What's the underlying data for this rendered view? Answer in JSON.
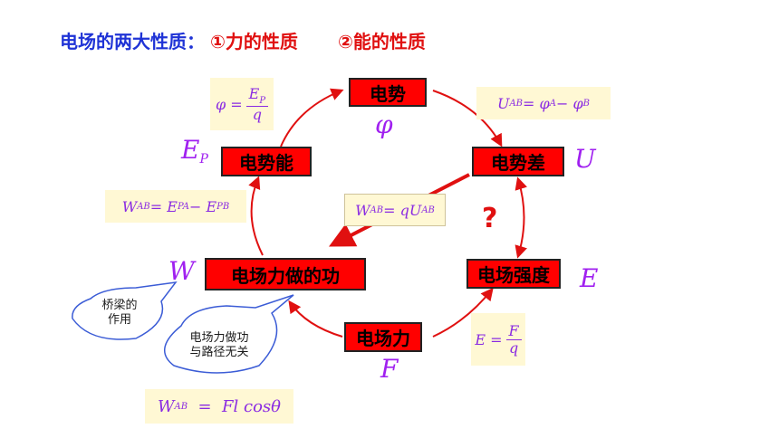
{
  "title": {
    "part1": "电场的两大性质：",
    "part2": "①力的性质",
    "part3": "②能的性质"
  },
  "nodes": {
    "potential": "电势",
    "potential_energy": "电势能",
    "potential_difference": "电势差",
    "field_work": "电场力做的功",
    "field_strength": "电场强度",
    "field_force": "电场力"
  },
  "symbols": {
    "phi": "φ",
    "ep": "E",
    "ep_sub": "P",
    "u": "U",
    "w": "W",
    "e": "E",
    "f": "F"
  },
  "formulas": {
    "phi_def": {
      "lhs": "φ =",
      "num": "E",
      "num_sub": "P",
      "den": "q"
    },
    "u_def": {
      "u": "U",
      "u_sub": "AB",
      "mid": " = φ",
      "a_sub": "A",
      "minus": " − φ",
      "b_sub": "B"
    },
    "w_ep": {
      "w": "W",
      "w_sub": "AB",
      "mid": " = E",
      "pa_sub": "PA",
      "minus": " − E",
      "pb_sub": "PB"
    },
    "w_qu": {
      "w": "W",
      "w_sub": "AB",
      "mid": " = qU",
      "ab_sub": "AB"
    },
    "e_def": {
      "lhs": "E =",
      "num": "F",
      "den": "q"
    },
    "w_fl": {
      "w": "W",
      "w_sub": "AB",
      "rest": "  =  Fl cosθ"
    }
  },
  "question_mark": "?",
  "bubbles": {
    "bridge": [
      "桥梁的",
      "作用"
    ],
    "path": [
      "电场力做功",
      "与路径无关"
    ]
  },
  "colors": {
    "node_fill": "#ff0000",
    "arrow": "#e01010",
    "symbol": "#a020f0",
    "title_blue": "#1f33d6",
    "formula_bg": "#fff8d4"
  }
}
